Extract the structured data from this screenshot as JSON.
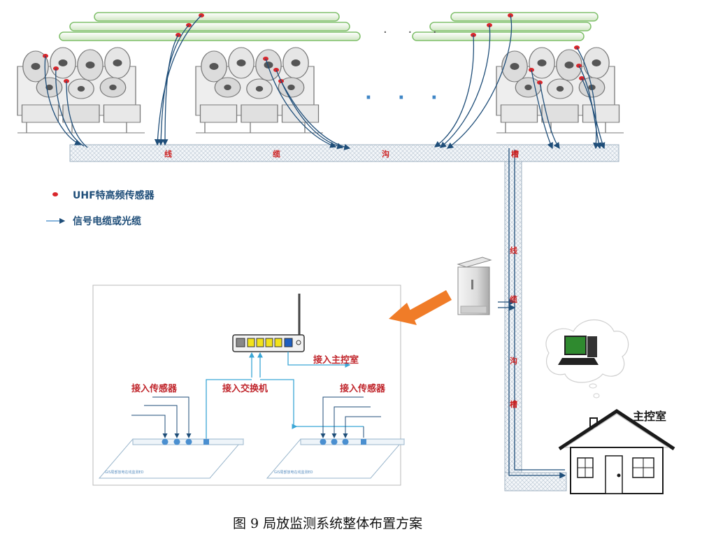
{
  "diagram": {
    "trench_chars_horizontal": [
      "线",
      "缆",
      "沟",
      "槽"
    ],
    "trench_chars_vertical": [
      "线",
      "缆",
      "沟",
      "槽"
    ],
    "legend": {
      "sensor": "UHF特高频传感器",
      "cable": "信号电缆或光缆"
    },
    "inset": {
      "connect_main_room": "接入主控室",
      "connect_switch": "接入交换机",
      "connect_sensor_left": "接入传感器",
      "connect_sensor_right": "接入传感器",
      "plate_left": "GIS局部放电在线监测ED",
      "plate_right": "GIS局部放电在线监测ED"
    },
    "main_room": "主控室",
    "caption": "图 9  局放监测系统整体布置方案",
    "colors": {
      "cable": "#1f4e79",
      "sensor": "#d9262b",
      "label_red": "#c0262c",
      "pipe": "#7fbf6a",
      "arrow": "#f07c28",
      "inset_line": "#3aa6d6"
    },
    "icons": [
      "gis-switchgear-icon",
      "cabinet-icon",
      "router-icon",
      "computer-icon",
      "house-icon",
      "cloud-bubble-icon"
    ]
  }
}
